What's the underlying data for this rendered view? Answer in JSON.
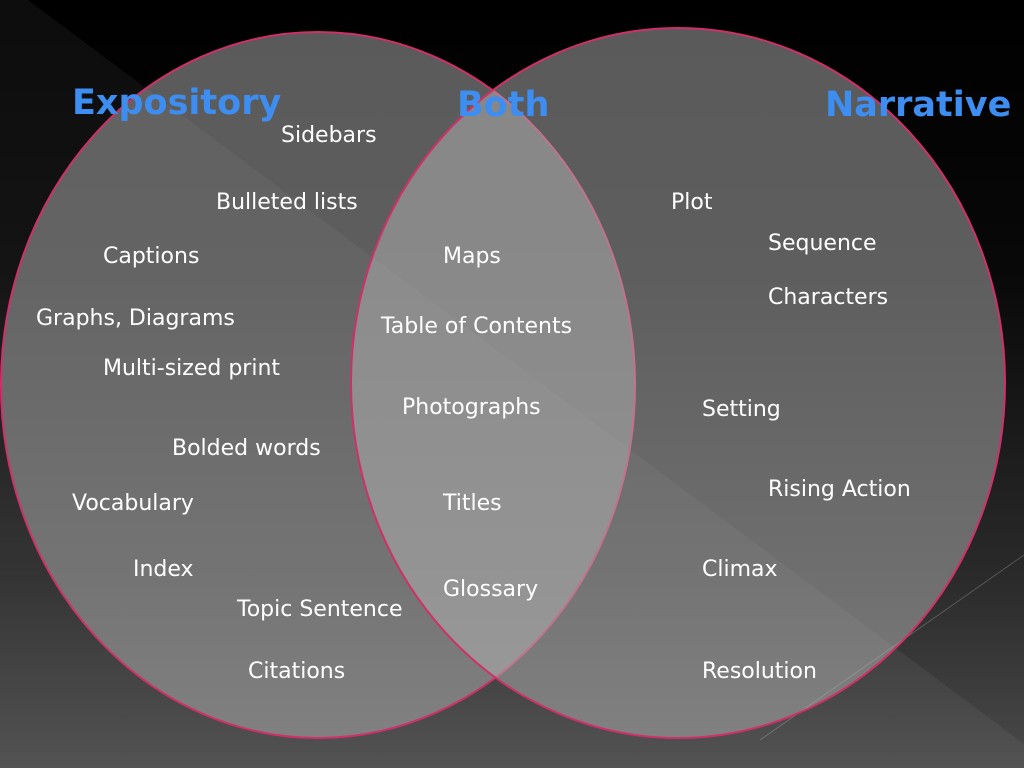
{
  "colors": {
    "heading": "#3d8ef0",
    "circle_stroke": "#d0306a",
    "circle_fill": "#b4b4b4",
    "text": "#ffffff"
  },
  "headings": {
    "expository": "Expository",
    "both": "Both",
    "narrative": "Narrative"
  },
  "expository_items": [
    "Sidebars",
    "Bulleted lists",
    "Captions",
    "Graphs, Diagrams",
    "Multi-sized print",
    "Bolded words",
    "Vocabulary",
    "Index",
    "Topic Sentence",
    "Citations"
  ],
  "both_items": [
    "Maps",
    "Table of Contents",
    "Photographs",
    "Titles",
    "Glossary"
  ],
  "narrative_items": [
    "Plot",
    "Sequence",
    "Characters",
    "Setting",
    "Rising Action",
    "Climax",
    "Resolution"
  ]
}
